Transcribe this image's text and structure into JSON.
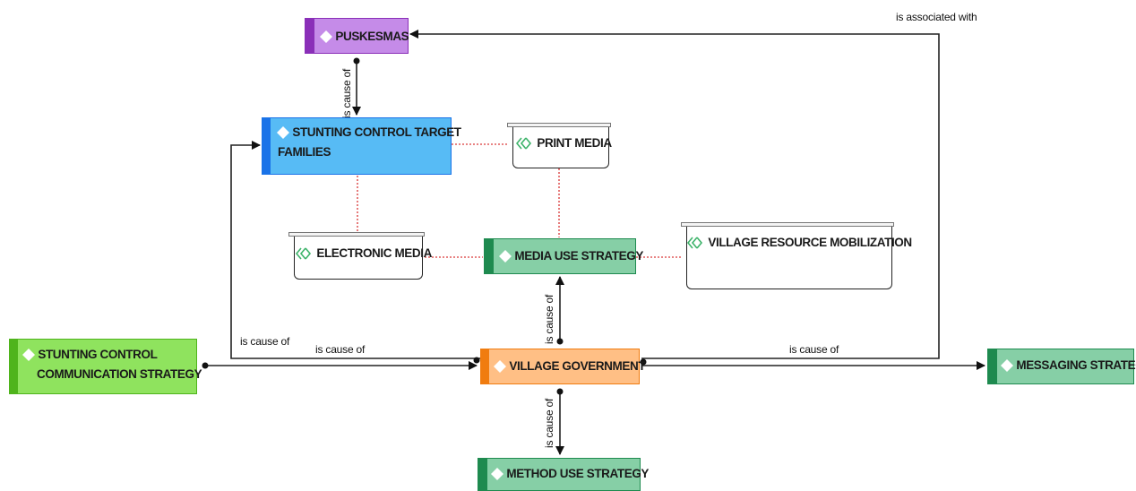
{
  "colors": {
    "purple": "#c58be8",
    "purple_bar": "#8a2fb8",
    "blue": "#57bbf5",
    "blue_bar": "#1a73e8",
    "green": "#86cfa6",
    "green_bar": "#1e8a4f",
    "lime": "#8fe35e",
    "lime_bar": "#4fb41c",
    "orange": "#ffbf85",
    "orange_bar": "#f07c0f",
    "relation_line": "#555555",
    "association_line": "#e05a5a"
  },
  "nodes": {
    "puskesmas": "PUSKESMAS",
    "target_families_line1": "STUNTING CONTROL TARGET",
    "target_families_line2": "FAMILIES",
    "print_media": "PRINT MEDIA",
    "electronic_media": "ELECTRONIC MEDIA",
    "media_use_strategy": "MEDIA USE STRATEGY",
    "village_resource_mobilization": "VILLAGE RESOURCE MOBILIZATION",
    "communication_strategy_line1": "STUNTING CONTROL",
    "communication_strategy_line2": "COMMUNICATION STRATEGY",
    "village_government": "VILLAGE GOVERNMENT",
    "messaging_strategy": "MESSAGING STRATEGY",
    "method_use_strategy": "METHOD USE STRATEGY"
  },
  "edge_labels": {
    "is_associated_with": "is associated with",
    "puskesmas_to_families": "is cause of",
    "gov_to_families": "is cause of",
    "comm_to_gov": "is cause of",
    "gov_to_messaging": "is cause of",
    "gov_to_media": "is cause of",
    "gov_to_method": "is cause of"
  },
  "icons": {
    "concept": "diamond-icon",
    "document": "double-chevron-icon"
  }
}
